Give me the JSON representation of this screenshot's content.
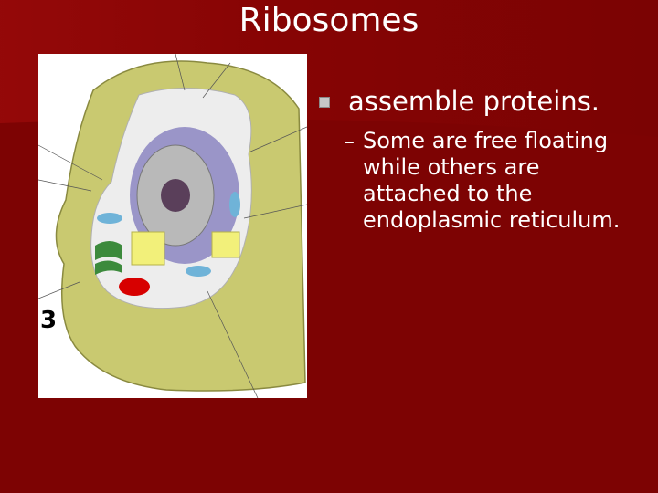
{
  "slide": {
    "title": "Ribosomes",
    "bullets": [
      {
        "text": "assemble proteins.",
        "sub": {
          "dash": "–",
          "lines": [
            "Some are free floating",
            "while others are",
            "attached to the",
            "endoplasmic reticulum."
          ]
        }
      }
    ]
  },
  "figure": {
    "label": "3"
  },
  "colors": {
    "background": "#7d0303",
    "text": "#ffffff",
    "cell_wall": "#c9c970",
    "nucleus": "#9a95c8"
  }
}
